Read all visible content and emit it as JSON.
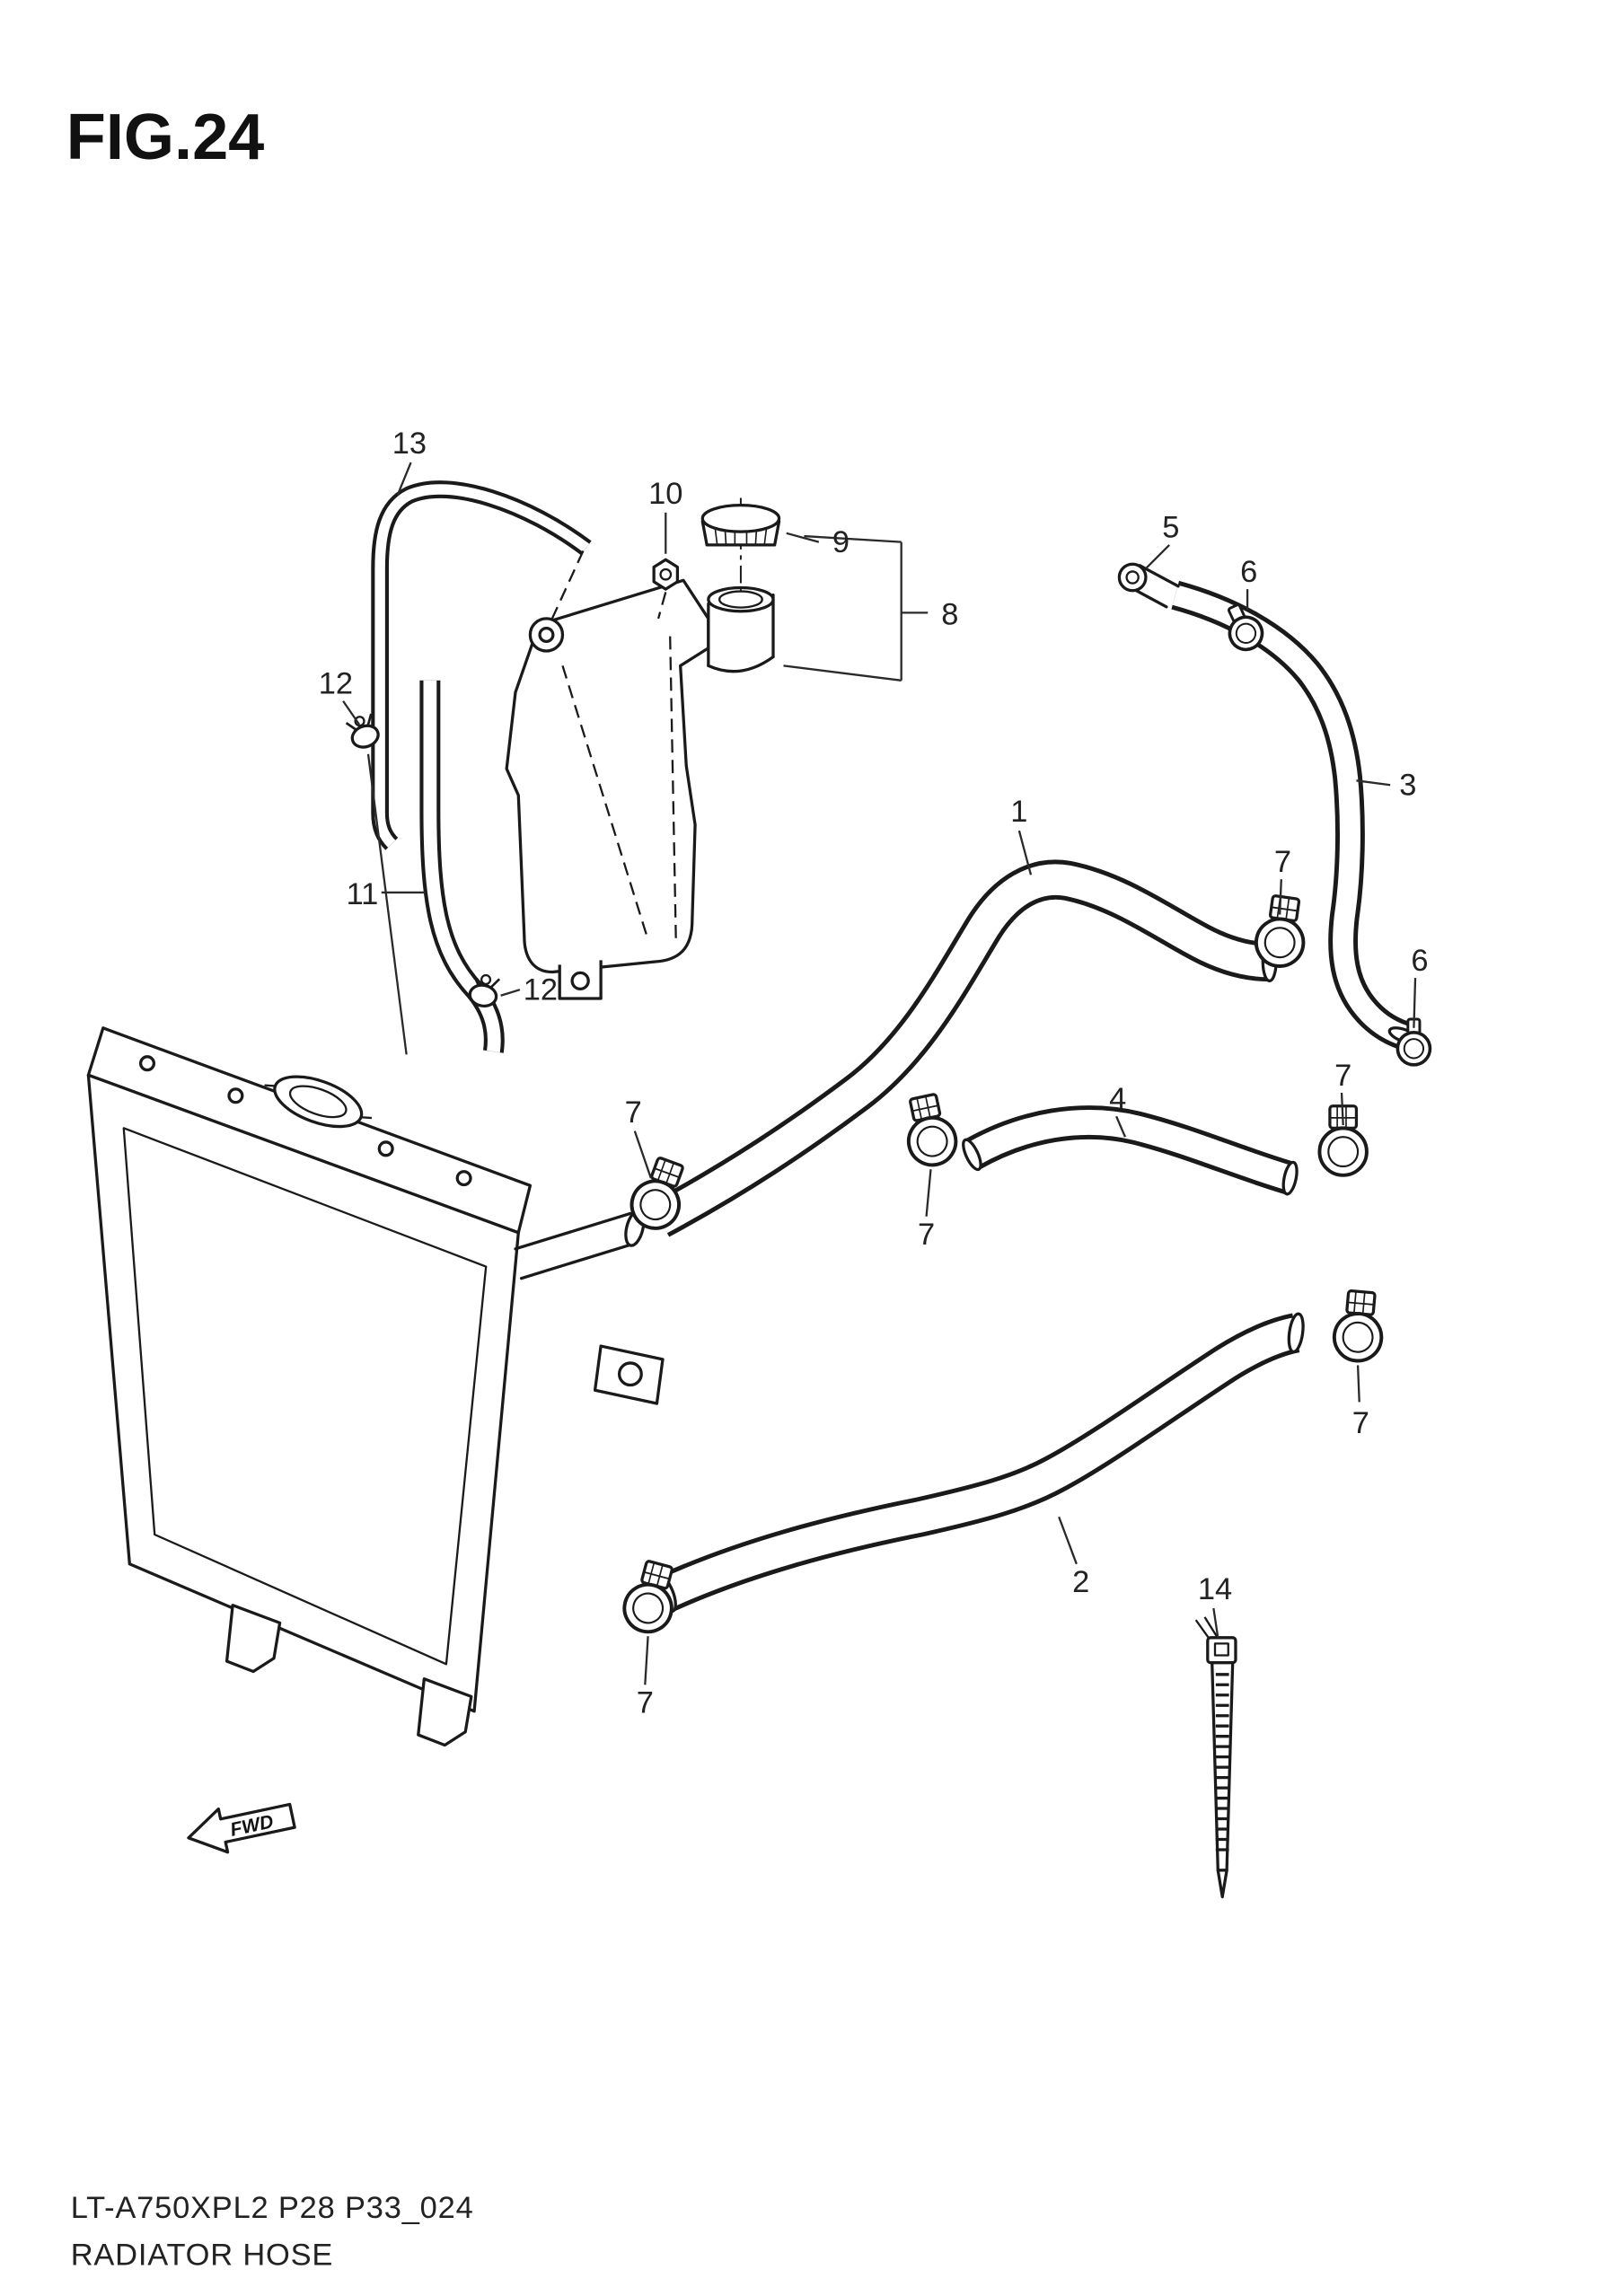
{
  "figure": {
    "title": "FIG.24"
  },
  "footer": {
    "code": "LT-A750XPL2 P28 P33_024",
    "title": "RADIATOR HOSE"
  },
  "fwd_label": "FWD",
  "callouts": [
    "1",
    "2",
    "3",
    "4",
    "5",
    "6",
    "7",
    "8",
    "9",
    "10",
    "11",
    "12",
    "13",
    "14"
  ],
  "colors": {
    "ink": "#1a1a1a",
    "background": "#ffffff"
  }
}
